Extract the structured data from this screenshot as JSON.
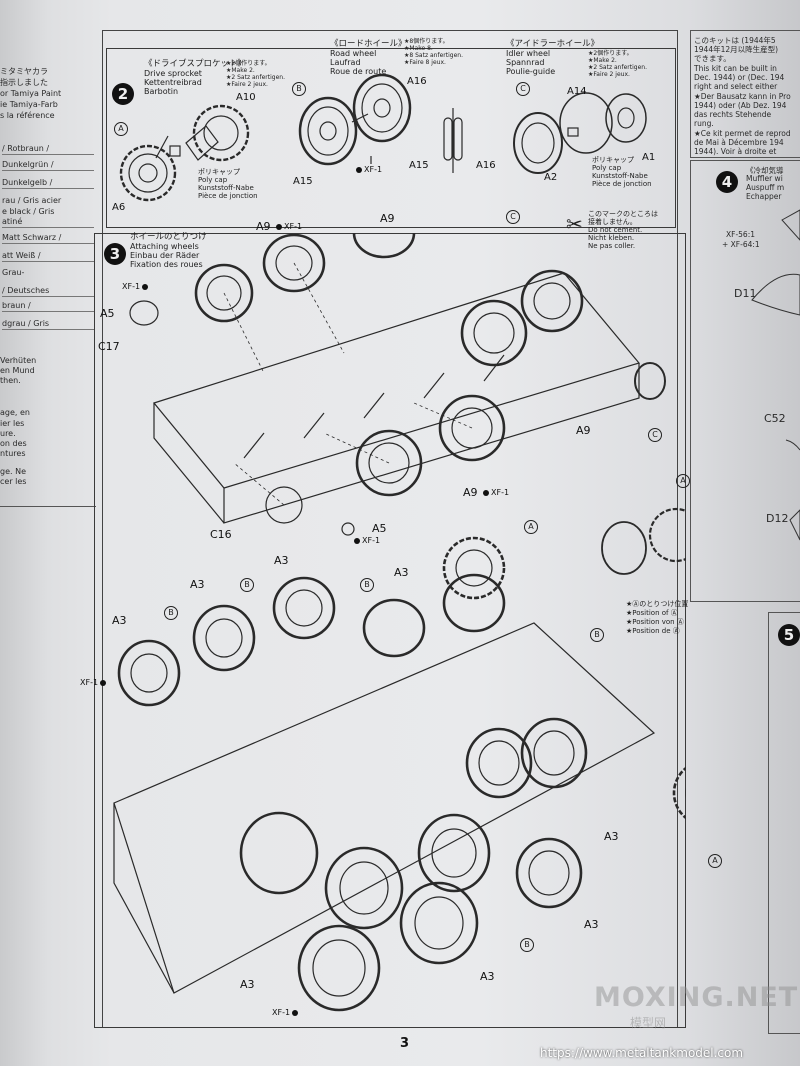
{
  "page_number": "3",
  "website": "https://www.metaltankmodel.com",
  "watermark": {
    "text": "MOXING.NET",
    "subtext": "模型网"
  },
  "left_page": {
    "header_lines": [
      "ミタミヤカラ",
      "指示しました",
      "or Tamiya Paint",
      "ie Tamiya-Farb",
      "s la référence"
    ],
    "paint_rows": [
      "/ Rotbraun /",
      "Dunkelgrün /",
      "Dunkelgelb /",
      "rau / Gris acier",
      "e black / Gris",
      "atiné",
      "Matt Schwarz /",
      "att Weiß /",
      "Grau-",
      "/ Deutsches",
      "braun /",
      "dgrau / Gris"
    ],
    "notes": [
      "Verhüten",
      "en Mund",
      "then.",
      "age, en",
      "ier les",
      "ure.",
      "on des",
      "ntures",
      "ge. Ne",
      "cer les"
    ]
  },
  "right_page": {
    "lines": [
      "このキットは (1944年5",
      "1944年12月以降生産型)",
      "できます。",
      "This kit can be built in",
      "Dec. 1944) or (Dec. 194",
      "right and select either",
      "★Der Bausatz kann in Pro",
      "1944) oder (Ab Dez. 194",
      "das rechts Stehende",
      "rung.",
      "★Ce kit permet de reprod",
      "de Mai à Décembre 194",
      "1944). Voir à droite et"
    ],
    "step4": "4",
    "step4_lines": [
      "《冷却気導",
      "Muffler wi",
      "Auspuff m",
      "Echapper"
    ],
    "paint_lines": [
      "XF-56:1",
      "+ XF-64:1"
    ],
    "labels": [
      "D11",
      "C52",
      "D12"
    ],
    "step5": "5"
  },
  "step2": {
    "number": "2",
    "drive_sprocket": {
      "jp": "《ドライブスプロケット》",
      "make_jp": "★2個作ります。",
      "en": "Drive sprocket",
      "de": "Kettentreibrad",
      "fr": "Barbotin",
      "make_en": "★Make 2.",
      "make_de": "★2 Satz anfertigen.",
      "make_fr": "★Faire 2 jeux."
    },
    "road_wheel": {
      "jp": "《ロードホイール》",
      "make_jp": "★8個作ります。",
      "en": "Road wheel",
      "de": "Laufrad",
      "fr": "Roue de route",
      "make_en": "★Make 8.",
      "make_de": "★8 Satz anfertigen.",
      "make_fr": "★Faire 8 jeux."
    },
    "idler_wheel": {
      "jp": "《アイドラーホイール》",
      "make_jp": "★2個作ります。",
      "en": "Idler wheel",
      "de": "Spannrad",
      "fr": "Poulie-guide",
      "make_en": "★Make 2.",
      "make_de": "★2 Satz anfertigen.",
      "make_fr": "★Faire 2 jeux."
    },
    "polycap": {
      "jp": "ポリキャップ",
      "en": "Poly cap",
      "de": "Kunststoff-Nabe",
      "fr": "Pièce de jonction"
    },
    "labels": {
      "a10": "A10",
      "a6": "A6",
      "a16a": "A16",
      "a16b": "A16",
      "a15a": "A15",
      "a15b": "A15",
      "xf1": "XF-1",
      "a14": "A14",
      "a1": "A1",
      "a2": "A2"
    },
    "circles": {
      "a": "A",
      "b": "B",
      "c": "C"
    }
  },
  "step3": {
    "number": "3",
    "title_jp": "ホイールのとりつけ",
    "title_en": "Attaching wheels",
    "title_de": "Einbau der Räder",
    "title_fr": "Fixation des roues",
    "no_cement": {
      "jp1": "このマークのところは",
      "jp2": "接着しません。",
      "en": "Do not cement.",
      "de": "Nicht kleben.",
      "fr": "Ne pas coller."
    },
    "position": {
      "jp": "★Ⓐのとりつけ位置",
      "en": "★Position of Ⓐ",
      "de": "★Position von Ⓐ",
      "fr": "★Position de Ⓐ"
    },
    "labels": {
      "a9_top": "A9",
      "xf1_top": "XF-1",
      "a9_top2": "A9",
      "c_top": "C",
      "xf1_left": "XF-1",
      "a5_left": "A5",
      "c17": "C17",
      "c_right": "C",
      "a9_right": "A9",
      "a9_bottom": "A9",
      "xf1_bottom": "XF-1",
      "c16": "C16",
      "a5_bottom": "A5",
      "xf1_a5": "XF-1",
      "a_right1": "A",
      "a_mid": "A",
      "b1": "B",
      "b2": "B",
      "b3": "B",
      "a3_1": "A3",
      "a3_2": "A3",
      "a3_3": "A3",
      "a3_4": "A3",
      "xf1_mid": "XF-1",
      "a3_5": "A3",
      "a3_6": "A3",
      "a3_7": "A3",
      "b4": "B",
      "b5": "B",
      "a3_8": "A3",
      "xf1_bot": "XF-1",
      "a_bot": "A"
    }
  }
}
